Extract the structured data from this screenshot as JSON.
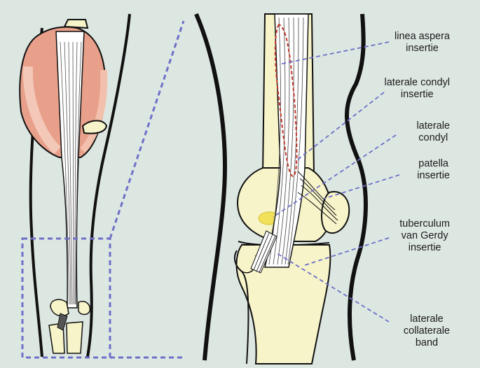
{
  "colors": {
    "background": "#dde7e2",
    "bone": "#f7f4c9",
    "muscle": "#e88a6f",
    "outline": "#111111",
    "leader_line": "#6f6fc8",
    "insertion_area": "#c0392b",
    "highlight": "#f0e05a"
  },
  "labels": [
    {
      "id": "linea-aspera",
      "text": "linea aspera\ninsertie"
    },
    {
      "id": "laterale-condyl-insertie",
      "text": "laterale condyl\ninsertie"
    },
    {
      "id": "laterale-condyl",
      "text": "laterale\ncondyl"
    },
    {
      "id": "patella-insertie",
      "text": "patella\ninsertie"
    },
    {
      "id": "tuberculum",
      "text": "tuberculum\nvan Gerdy\ninsertie"
    },
    {
      "id": "collaterale-band",
      "text": "laterale\ncollaterale\nband"
    }
  ]
}
